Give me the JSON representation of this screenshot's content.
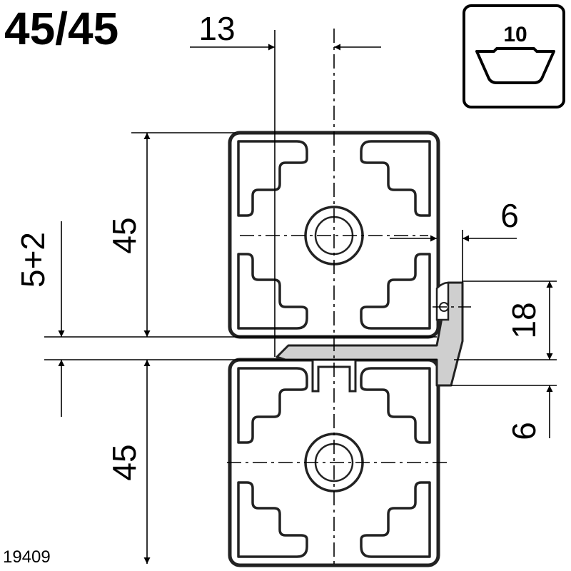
{
  "title": "45/45",
  "drawing_number": "19409",
  "slot_icon": {
    "label": "10",
    "icon": "slot-profile-icon"
  },
  "dimensions": {
    "top_offset": "13",
    "profile_height_upper": "45",
    "profile_height_lower": "45",
    "gap": "5+2",
    "bracket_width": "6",
    "bracket_height": "18",
    "bracket_bottom": "6"
  },
  "colors": {
    "line": "#000000",
    "bracket_fill": "#cfcfcf"
  }
}
